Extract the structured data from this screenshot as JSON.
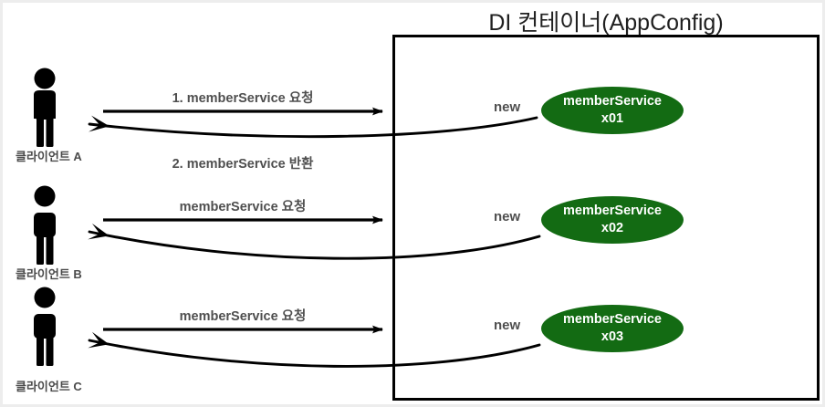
{
  "container": {
    "title": "DI 컨테이너(AppConfig)",
    "box_color": "#000000"
  },
  "colors": {
    "bean_fill": "#136b13",
    "bean_text": "#ffffff",
    "label_text": "#4f4f4f",
    "actor": "#000000",
    "arrow": "#000000",
    "frame": "#ededed"
  },
  "rows": [
    {
      "client_label": "클라이언트 A",
      "actor_icon": "person-icon",
      "request_label": "1. memberService 요청",
      "response_label": "2. memberService 반환",
      "new_label": "new",
      "bean_line1": "memberService",
      "bean_line2": "x01"
    },
    {
      "client_label": "클라이언트 B",
      "actor_icon": "person-icon",
      "request_label": "memberService 요청",
      "response_label": "",
      "new_label": "new",
      "bean_line1": "memberService",
      "bean_line2": "x02"
    },
    {
      "client_label": "클라이언트 C",
      "actor_icon": "person-icon",
      "request_label": "memberService 요청",
      "response_label": "",
      "new_label": "new",
      "bean_line1": "memberService",
      "bean_line2": "x03"
    }
  ]
}
